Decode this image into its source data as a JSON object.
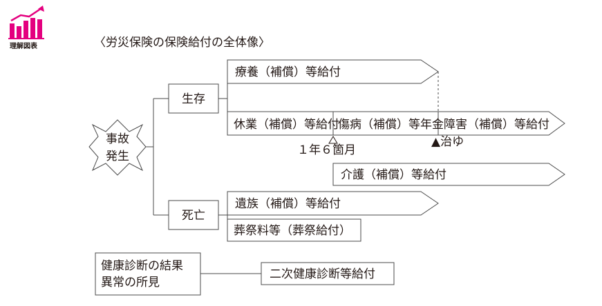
{
  "logo": {
    "caption": "理解図表",
    "color": "#e4007f"
  },
  "title": "〈労災保険の保険給付の全体像〉",
  "event": {
    "line1": "事故",
    "line2": "発生"
  },
  "branches": {
    "alive": "生存",
    "death": "死亡"
  },
  "benefits": {
    "medical": "療養（補償）等給付",
    "leave": "休業（補償）等給付",
    "sickness_pension": "傷病（補償）等年金",
    "disability": "障害（補償）等給付",
    "care": "介護（補償）等給付",
    "survivors": "遺族（補償）等給付",
    "funeral": "葬祭料等（葬祭給付）"
  },
  "markers": {
    "one_year_six_months": "１年６箇月",
    "cured": "▲治ゆ"
  },
  "checkup": {
    "line1": "健康診断の結果",
    "line2": "異常の所見",
    "benefit": "二次健康診断等給付"
  }
}
